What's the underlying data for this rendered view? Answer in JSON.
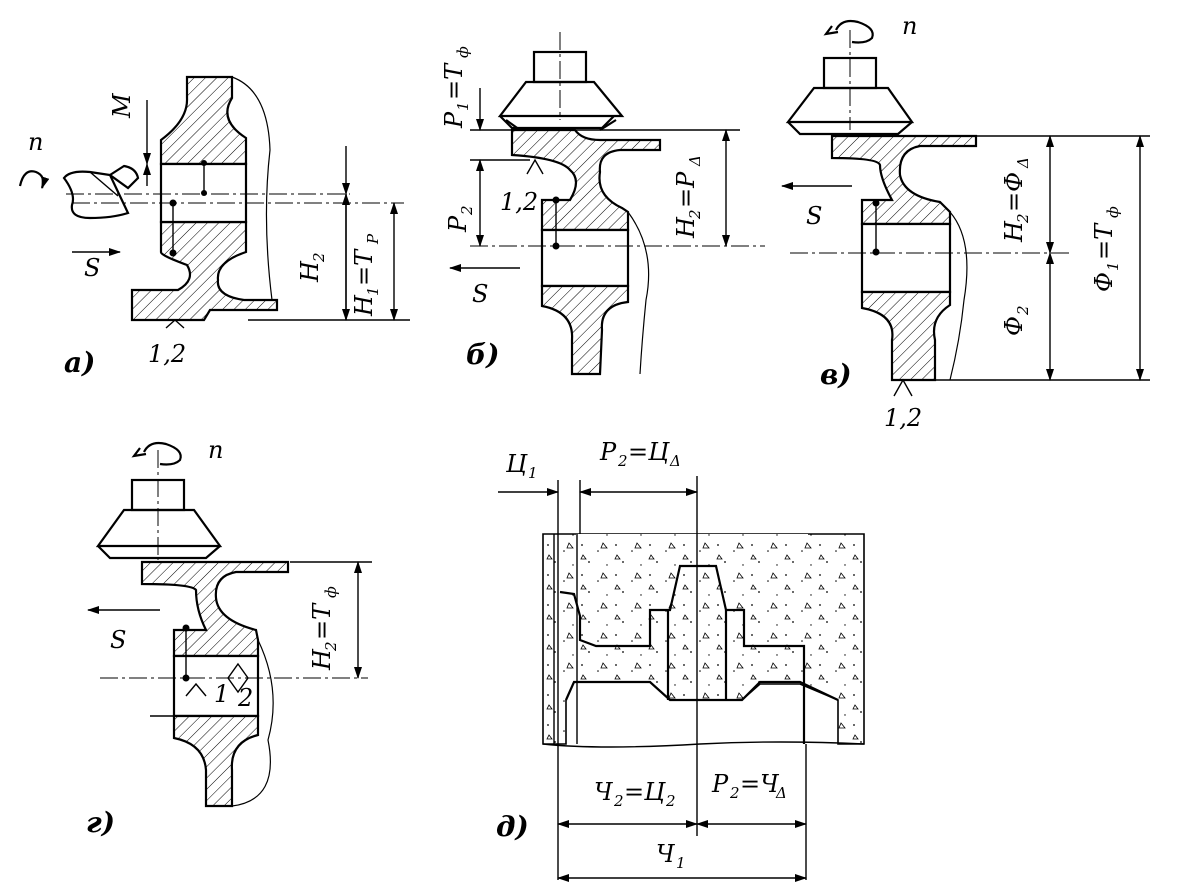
{
  "panels": {
    "a": {
      "caption": "а)",
      "labels": {
        "n": "n",
        "s": "S",
        "m": "M",
        "h2": "H",
        "h2_sub": "2",
        "h1": "H",
        "h1_sub": "1",
        "eq": "=T",
        "eq_sub": "P",
        "base": "1,2"
      }
    },
    "b": {
      "caption": "б)",
      "labels": {
        "p1": "P",
        "p1_sub": "1",
        "p1_eq": "=T",
        "p1_eq_sub": "ф",
        "p2": "P",
        "p2_sub": "2",
        "h2": "H",
        "h2_sub": "2",
        "h2_eq": "=P",
        "h2_eq_sub": "Δ",
        "base": "1,2",
        "s": "S"
      }
    },
    "v": {
      "caption": "в)",
      "labels": {
        "n": "n",
        "s": "S",
        "h2": "H",
        "h2_sub": "2",
        "h2_eq": "=Ф",
        "h2_eq_sub": "Δ",
        "f2": "Ф",
        "f2_sub": "2",
        "f1": "Ф",
        "f1_sub": "1",
        "f1_eq": "=T",
        "f1_eq_sub": "ф",
        "base": "1,2"
      }
    },
    "g": {
      "caption": "г)",
      "labels": {
        "n": "n",
        "s": "S",
        "h2": "H",
        "h2_sub": "2",
        "h2_eq": "=T",
        "h2_eq_sub": "ф",
        "m1": "1",
        "m2": "2"
      }
    },
    "d": {
      "caption": "д)",
      "labels": {
        "c1": "Ц",
        "c1_sub": "1",
        "p2_top": "P",
        "p2_top_sub": "2",
        "p2_top_eq": "=Ц",
        "p2_top_eq_sub": "Δ",
        "ch2": "Ч",
        "ch2_sub": "2",
        "ch2_eq": "=Ц",
        "ch2_eq_sub": "2",
        "p2_bot": "P",
        "p2_bot_sub": "2",
        "p2_bot_eq": "=Ч",
        "p2_bot_eq_sub": "Δ",
        "ch1": "Ч",
        "ch1_sub": "1"
      }
    }
  }
}
